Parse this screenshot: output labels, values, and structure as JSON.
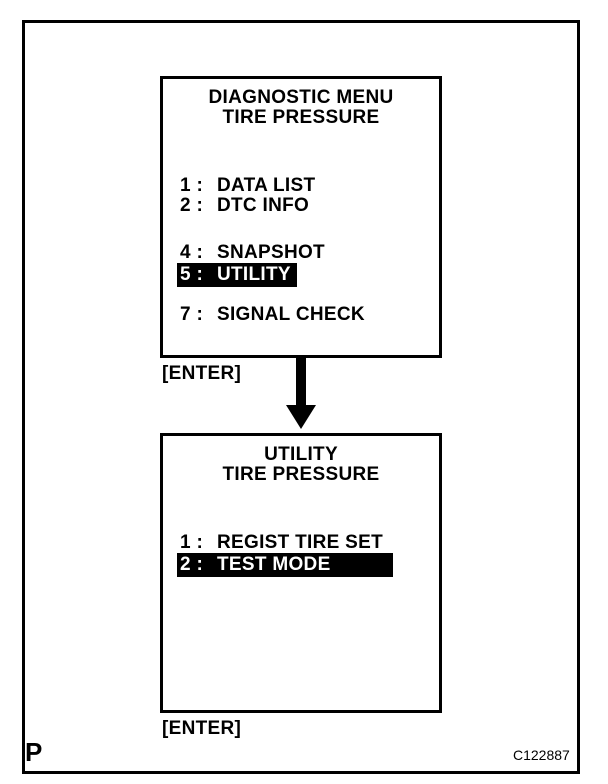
{
  "figure": {
    "corner_label": "P",
    "figure_code": "C122887"
  },
  "colors": {
    "ink": "#000000",
    "paper": "#ffffff",
    "highlight_bg": "#000000",
    "highlight_text": "#ffffff"
  },
  "flow": {
    "screens": [
      {
        "title_line1": "DIAGNOSTIC MENU",
        "title_line2": "TIRE PRESSURE",
        "items": [
          {
            "num": "1 :",
            "label": "DATA LIST",
            "selected": false
          },
          {
            "num": "2 :",
            "label": "DTC INFO",
            "selected": false
          },
          {
            "num": "4 :",
            "label": "SNAPSHOT",
            "selected": false
          },
          {
            "num": "5 :",
            "label": "UTILITY",
            "selected": true
          },
          {
            "num": "7 :",
            "label": "SIGNAL CHECK",
            "selected": false
          }
        ],
        "key_label": "[ENTER]"
      },
      {
        "title_line1": "UTILITY",
        "title_line2": "TIRE PRESSURE",
        "items": [
          {
            "num": "1 :",
            "label": "REGIST TIRE SET",
            "selected": false
          },
          {
            "num": "2 :",
            "label": "TEST MODE",
            "selected": true
          }
        ],
        "key_label": "[ENTER]"
      }
    ]
  }
}
